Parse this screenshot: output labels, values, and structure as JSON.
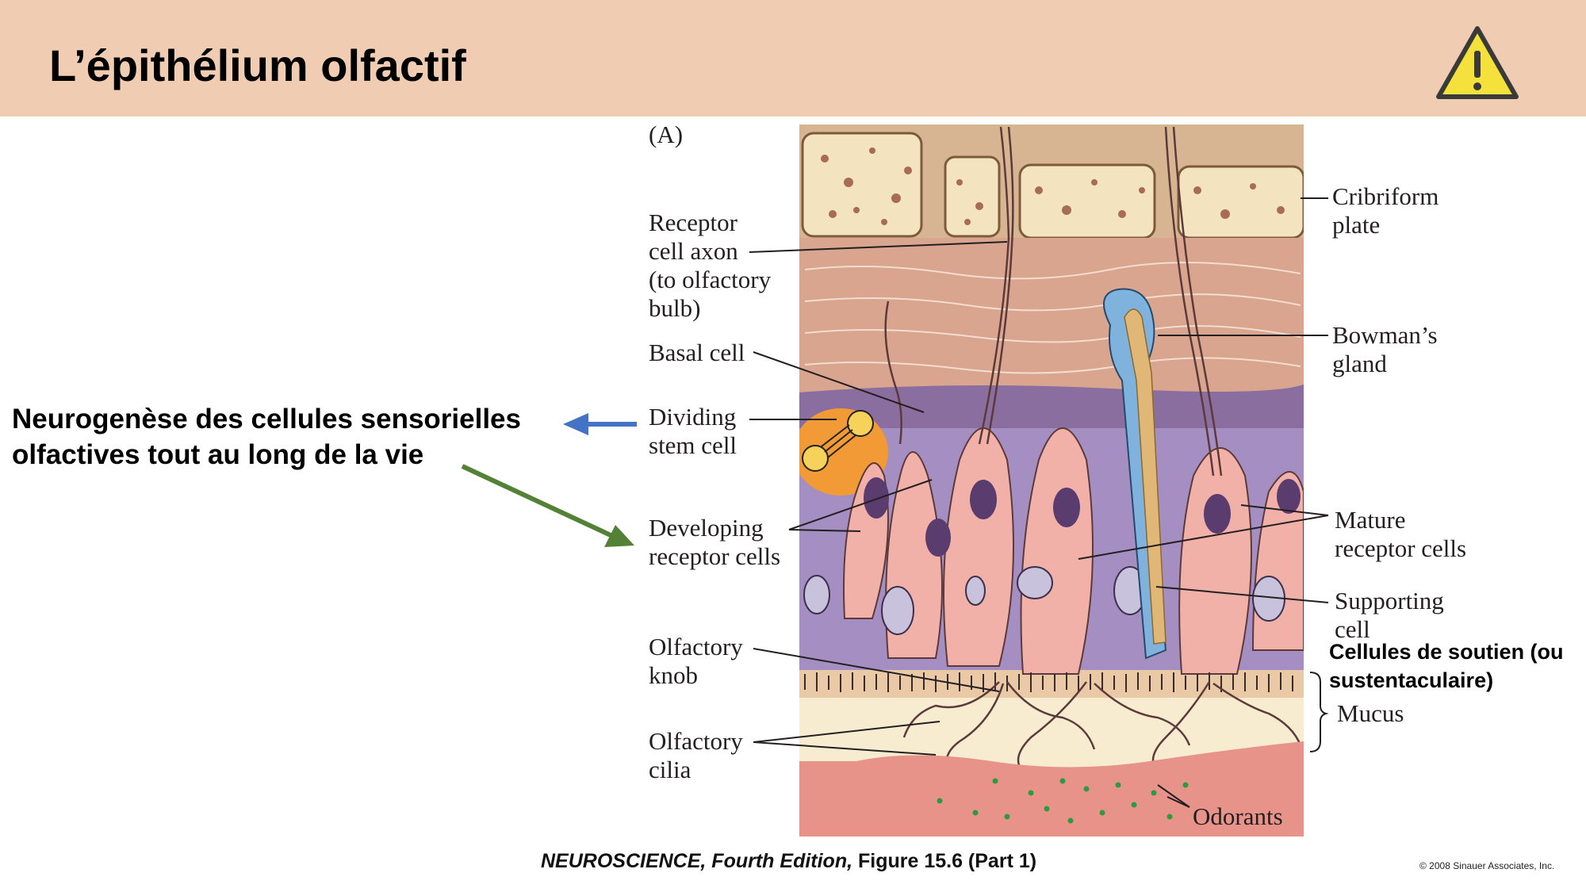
{
  "slide": {
    "title": "L’épithélium olfactif",
    "warning_icon": "warning-triangle-icon"
  },
  "figure": {
    "panel": "(A)",
    "labels_left": {
      "receptor_axon": "Receptor\ncell axon\n(to olfactory\nbulb)",
      "basal_cell": "Basal cell",
      "dividing_stem": "Dividing\nstem cell",
      "developing": "Developing\nreceptor cells",
      "olfactory_knob": "Olfactory\nknob",
      "olfactory_cilia": "Olfactory\ncilia"
    },
    "labels_right": {
      "cribriform": "Cribriform\nplate",
      "bowmans": "Bowman’s\ngland",
      "mature": "Mature\nreceptor cells",
      "supporting": "Supporting\ncell",
      "mucus": "Mucus",
      "odorants": "Odorants"
    }
  },
  "annotations": {
    "neurogenesis": "Neurogenèse des cellules sensorielles\nolfactives tout au long de la vie",
    "support_cells": "Cellules de soutien (ou\nsustentaculaire)",
    "blue_arrow_color": "#4472c4",
    "green_arrow_color": "#538135"
  },
  "caption": {
    "book": "NEUROSCIENCE, Fourth Edition,",
    "figure": " Figure 15.6 (Part 1)",
    "copyright": "© 2008 Sinauer Associates, Inc."
  }
}
